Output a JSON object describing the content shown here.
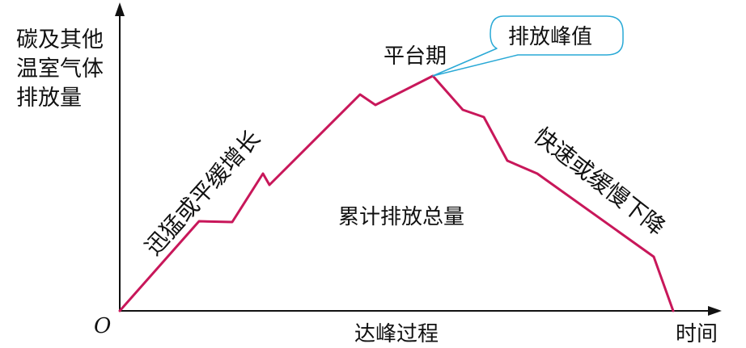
{
  "diagram": {
    "y_axis_label": [
      "碳及其他",
      "温室气体",
      "排放量"
    ],
    "x_axis_label": "时间",
    "origin_label": "O",
    "x_caption": "达峰过程",
    "plateau_label": "平台期",
    "peak_callout": "排放峰值",
    "rising_label": "迅猛或平缓增长",
    "falling_label": "快速或缓慢下降",
    "area_label": "累计排放总量",
    "colors": {
      "curve": "#c8175a",
      "axis": "#111111",
      "callout_border": "#29a9d6",
      "text": "#111111"
    }
  }
}
